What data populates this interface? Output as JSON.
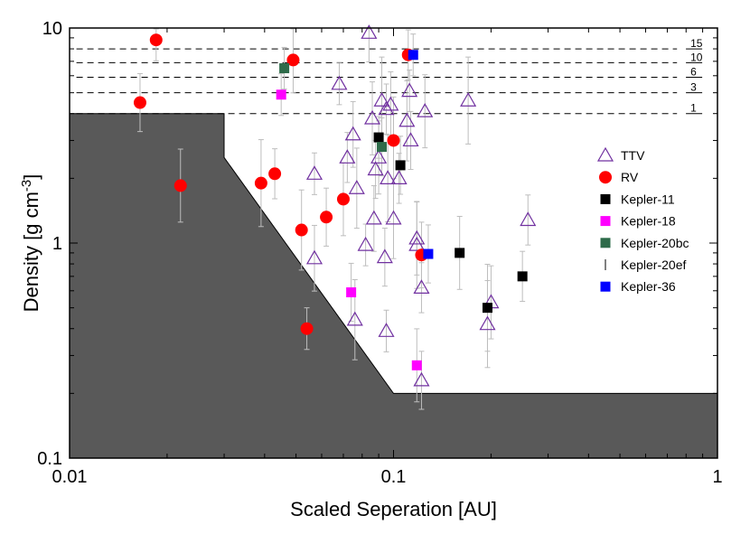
{
  "chart_data": {
    "type": "scatter",
    "xlabel": "Scaled Seperation [AU]",
    "ylabel": "Density [g cm",
    "ylabel_sup": "-3",
    "ylabel_close": "]",
    "x_scale": "log",
    "y_scale": "log",
    "xlim": [
      0.01,
      1
    ],
    "ylim": [
      0.1,
      10
    ],
    "x_ticks": [
      {
        "value": 0.01,
        "label": "0.01"
      },
      {
        "value": 0.1,
        "label": "0.1"
      },
      {
        "value": 1,
        "label": "1"
      }
    ],
    "y_ticks": [
      {
        "value": 0.1,
        "label": "0.1"
      },
      {
        "value": 1,
        "label": "1"
      },
      {
        "value": 10,
        "label": "10"
      }
    ],
    "grid": false,
    "legend_position": "right",
    "excluded_region": {
      "color": "#595959",
      "boundary": [
        [
          0.01,
          4.0
        ],
        [
          0.03,
          4.0
        ],
        [
          0.03,
          2.5
        ],
        [
          0.1,
          0.2
        ],
        [
          1,
          0.2
        ]
      ]
    },
    "reference_lines": [
      {
        "y": 8.0,
        "label": "15"
      },
      {
        "y": 6.9,
        "label": "10"
      },
      {
        "y": 5.9,
        "label": "6"
      },
      {
        "y": 5.0,
        "label": "3"
      },
      {
        "y": 4.0,
        "label": "1"
      }
    ],
    "series": [
      {
        "name": "TTV",
        "marker": "triangle",
        "color": "#7030a0",
        "points": [
          {
            "x": 0.068,
            "y": 5.5
          },
          {
            "x": 0.084,
            "y": 9.5
          },
          {
            "x": 0.086,
            "y": 3.8
          },
          {
            "x": 0.092,
            "y": 4.6
          },
          {
            "x": 0.095,
            "y": 4.2
          },
          {
            "x": 0.098,
            "y": 4.4
          },
          {
            "x": 0.11,
            "y": 3.7
          },
          {
            "x": 0.112,
            "y": 5.1
          },
          {
            "x": 0.113,
            "y": 3.0
          },
          {
            "x": 0.125,
            "y": 4.1
          },
          {
            "x": 0.17,
            "y": 4.6
          },
          {
            "x": 0.072,
            "y": 2.5
          },
          {
            "x": 0.075,
            "y": 3.2
          },
          {
            "x": 0.077,
            "y": 1.8
          },
          {
            "x": 0.057,
            "y": 2.1
          },
          {
            "x": 0.088,
            "y": 2.2
          },
          {
            "x": 0.09,
            "y": 2.5
          },
          {
            "x": 0.096,
            "y": 2.0
          },
          {
            "x": 0.104,
            "y": 2.0
          },
          {
            "x": 0.087,
            "y": 1.3
          },
          {
            "x": 0.1,
            "y": 1.3
          },
          {
            "x": 0.082,
            "y": 0.98
          },
          {
            "x": 0.094,
            "y": 0.86
          },
          {
            "x": 0.118,
            "y": 1.05
          },
          {
            "x": 0.118,
            "y": 0.98
          },
          {
            "x": 0.122,
            "y": 0.62
          },
          {
            "x": 0.057,
            "y": 0.85
          },
          {
            "x": 0.076,
            "y": 0.44
          },
          {
            "x": 0.095,
            "y": 0.39
          },
          {
            "x": 0.122,
            "y": 0.23
          },
          {
            "x": 0.2,
            "y": 0.53
          },
          {
            "x": 0.195,
            "y": 0.42
          },
          {
            "x": 0.26,
            "y": 1.28
          }
        ]
      },
      {
        "name": "RV",
        "marker": "circle",
        "color": "#ff0000",
        "points": [
          {
            "x": 0.0185,
            "y": 8.8
          },
          {
            "x": 0.0165,
            "y": 4.5
          },
          {
            "x": 0.022,
            "y": 1.85
          },
          {
            "x": 0.039,
            "y": 1.9
          },
          {
            "x": 0.043,
            "y": 2.1
          },
          {
            "x": 0.049,
            "y": 7.1
          },
          {
            "x": 0.052,
            "y": 1.15
          },
          {
            "x": 0.054,
            "y": 0.4
          },
          {
            "x": 0.062,
            "y": 1.32
          },
          {
            "x": 0.07,
            "y": 1.6
          },
          {
            "x": 0.1,
            "y": 3.0
          },
          {
            "x": 0.111,
            "y": 7.5
          },
          {
            "x": 0.122,
            "y": 0.88
          }
        ]
      },
      {
        "name": "Kepler-11",
        "marker": "square",
        "color": "#000000",
        "points": [
          {
            "x": 0.09,
            "y": 3.1
          },
          {
            "x": 0.105,
            "y": 2.3
          },
          {
            "x": 0.16,
            "y": 0.9
          },
          {
            "x": 0.195,
            "y": 0.5
          },
          {
            "x": 0.25,
            "y": 0.7
          }
        ]
      },
      {
        "name": "Kepler-18",
        "marker": "square",
        "color": "#ff00ff",
        "points": [
          {
            "x": 0.045,
            "y": 4.9
          },
          {
            "x": 0.074,
            "y": 0.59
          },
          {
            "x": 0.118,
            "y": 0.27
          }
        ]
      },
      {
        "name": "Kepler-20bc",
        "marker": "square",
        "color": "#2e6b4a",
        "points": [
          {
            "x": 0.046,
            "y": 6.5
          },
          {
            "x": 0.092,
            "y": 2.8
          }
        ]
      },
      {
        "name": "Kepler-20ef",
        "marker": "errorbar",
        "color": "#000000",
        "points": []
      },
      {
        "name": "Kepler-36",
        "marker": "square",
        "color": "#0000ff",
        "points": [
          {
            "x": 0.115,
            "y": 7.5
          },
          {
            "x": 0.128,
            "y": 0.89
          }
        ]
      }
    ]
  }
}
